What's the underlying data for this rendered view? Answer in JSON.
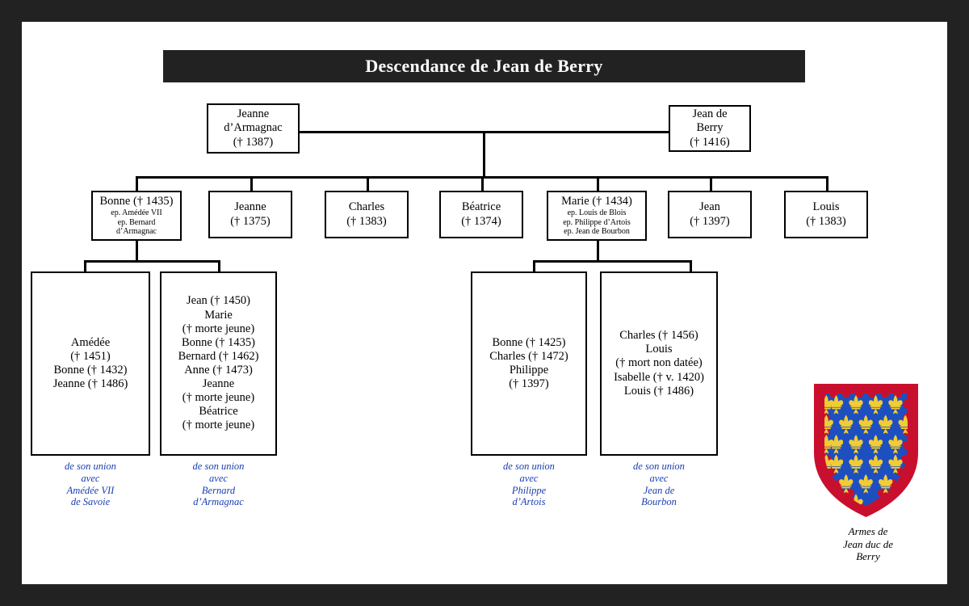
{
  "title": "Descendance de Jean de Berry",
  "generation1": [
    {
      "id": "jeanne-armagnac",
      "lines": [
        {
          "t": "Jeanne",
          "c": "nm"
        },
        {
          "t": "d’Armagnac",
          "c": "nm"
        },
        {
          "t": "(† 1387)",
          "c": "nm"
        }
      ]
    },
    {
      "id": "jean-de-berry",
      "lines": [
        {
          "t": "Jean de",
          "c": "nm"
        },
        {
          "t": "Berry",
          "c": "nm"
        },
        {
          "t": "(† 1416)",
          "c": "nm"
        }
      ]
    }
  ],
  "generation2": [
    {
      "id": "bonne",
      "lines": [
        {
          "t": "Bonne († 1435)",
          "c": "nm"
        },
        {
          "t": "ep. Amédée VII",
          "c": "sm"
        },
        {
          "t": "ep. Bernard",
          "c": "sm"
        },
        {
          "t": "d’Armagnac",
          "c": "sm"
        }
      ]
    },
    {
      "id": "jeanne",
      "lines": [
        {
          "t": "Jeanne",
          "c": "nm"
        },
        {
          "t": "(† 1375)",
          "c": "nm"
        }
      ]
    },
    {
      "id": "charles",
      "lines": [
        {
          "t": "Charles",
          "c": "nm"
        },
        {
          "t": "(† 1383)",
          "c": "nm"
        }
      ]
    },
    {
      "id": "beatrice",
      "lines": [
        {
          "t": "Béatrice",
          "c": "nm"
        },
        {
          "t": "(† 1374)",
          "c": "nm"
        }
      ]
    },
    {
      "id": "marie",
      "lines": [
        {
          "t": "Marie († 1434)",
          "c": "nm"
        },
        {
          "t": "ep. Louis de Blois",
          "c": "sm"
        },
        {
          "t": "ep. Philippe d’Artois",
          "c": "sm"
        },
        {
          "t": "ep. Jean de Bourbon",
          "c": "sm"
        }
      ]
    },
    {
      "id": "jean",
      "lines": [
        {
          "t": "Jean",
          "c": "nm"
        },
        {
          "t": "(† 1397)",
          "c": "nm"
        }
      ]
    },
    {
      "id": "louis",
      "lines": [
        {
          "t": "Louis",
          "c": "nm"
        },
        {
          "t": "(† 1383)",
          "c": "nm"
        }
      ]
    }
  ],
  "generation3": [
    {
      "id": "children-savoie",
      "lines": [
        {
          "t": "Amédée",
          "c": "nm"
        },
        {
          "t": "(† 1451)",
          "c": "nm"
        },
        {
          "t": "Bonne († 1432)",
          "c": "nm"
        },
        {
          "t": "Jeanne (†  1486)",
          "c": "nm"
        }
      ],
      "caption": [
        "de son union",
        "avec",
        "Amédée VII",
        "de Savoie"
      ]
    },
    {
      "id": "children-armagnac",
      "lines": [
        {
          "t": "Jean († 1450)",
          "c": "nm"
        },
        {
          "t": "Marie",
          "c": "nm"
        },
        {
          "t": "(† morte jeune)",
          "c": "nm"
        },
        {
          "t": "Bonne († 1435)",
          "c": "nm"
        },
        {
          "t": "Bernard († 1462)",
          "c": "nm"
        },
        {
          "t": "Anne († 1473)",
          "c": "nm"
        },
        {
          "t": "Jeanne",
          "c": "nm"
        },
        {
          "t": "(† morte jeune)",
          "c": "nm"
        },
        {
          "t": "Béatrice",
          "c": "nm"
        },
        {
          "t": "(† morte jeune)",
          "c": "nm"
        }
      ],
      "caption": [
        "de son union",
        "avec",
        "Bernard",
        "d’Armagnac"
      ]
    },
    {
      "id": "children-artois",
      "lines": [
        {
          "t": "Bonne († 1425)",
          "c": "nm"
        },
        {
          "t": "Charles († 1472)",
          "c": "nm"
        },
        {
          "t": "Philippe",
          "c": "nm"
        },
        {
          "t": "(†  1397)",
          "c": "nm"
        }
      ],
      "caption": [
        "de son union",
        "avec",
        "Philippe",
        "d’Artois"
      ]
    },
    {
      "id": "children-bourbon",
      "lines": [
        {
          "t": "Charles († 1456)",
          "c": "nm"
        },
        {
          "t": "Louis",
          "c": "nm"
        },
        {
          "t": "(† mort non datée)",
          "c": "nm"
        },
        {
          "t": "Isabelle (†  v. 1420)",
          "c": "nm"
        },
        {
          "t": "Louis († 1486)",
          "c": "nm"
        }
      ],
      "caption": [
        "de son union",
        "avec",
        "Jean de",
        "Bourbon"
      ]
    }
  ],
  "arms": {
    "caption": [
      "Armes de",
      "Jean duc de",
      "Berry"
    ],
    "field_color": "#1d4fc0",
    "charge_color": "#f2cc33",
    "bordure_color": "#c8102e",
    "icon": "fleur-de-lis"
  },
  "colors": {
    "frame": "#222222",
    "paper": "#ffffff",
    "ink": "#000000",
    "caption_blue": "#1a3fb0"
  }
}
